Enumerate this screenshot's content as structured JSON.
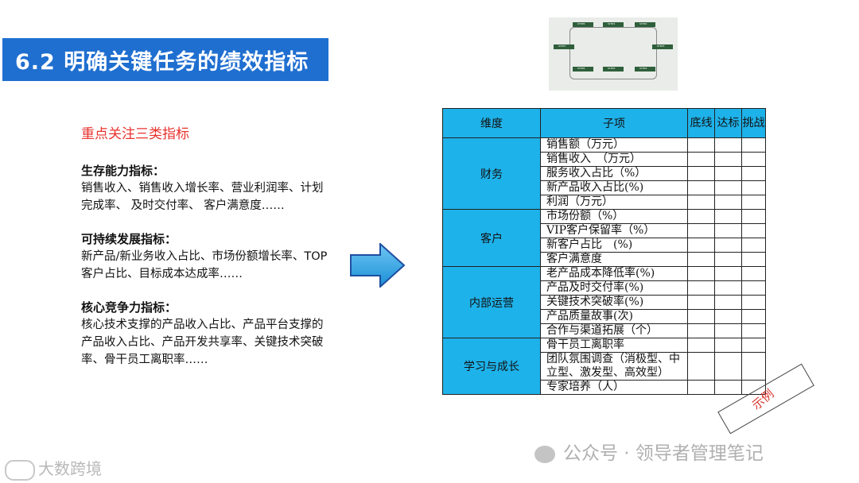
{
  "title": "6.2 明确关键任务的绩效指标",
  "focus": "重点关注三类指标",
  "blocks": [
    {
      "title": "生存能力指标：",
      "text": "销售收入、销售收入增长率、营业利润率、计划完成率、 及时交付率、 客户满意度……"
    },
    {
      "title": "可持续发展指标：",
      "text": "新产品/新业务收入占比、市场份额增长率、TOP客户占比、目标成本达成率……"
    },
    {
      "title": "核心竞争力指标：",
      "text": "核心技术支撑的产品收入占比、产品平台支撑的产品收入占比、产品开发共享率、关键技术突破率、骨干员工离职率……"
    }
  ],
  "steps": [
    "STEP1",
    "STEP2",
    "STEP3",
    "STEP4",
    "STEP5",
    "STEP6",
    "STEP7",
    "STEP8"
  ],
  "table": {
    "headers": {
      "dim": "维度",
      "sub": "子项",
      "c1": "底线",
      "c2": "达标",
      "c3": "挑战"
    },
    "groups": [
      {
        "name": "财务",
        "items": [
          "销售额（万元）",
          "销售收入　（万元）",
          "服务收入占比（%）",
          "新产品收入占比(%)",
          "利润（万元）"
        ]
      },
      {
        "name": "客户",
        "items": [
          "市场份额（%）",
          "VIP客户保留率（%）",
          "新客户占比　(%)",
          "客户满意度"
        ]
      },
      {
        "name": "内部运营",
        "items": [
          "老产品成本降低率(%)",
          "产品及时交付率(%)",
          "关键技术突破率(%)",
          "产品质量故事(次)",
          "合作与渠道拓展（个）"
        ]
      },
      {
        "name": "学习与成长",
        "items": [
          "骨干员工离职率",
          "团队氛围调查（消极型、中立型、激发型、高效型）",
          "专家培养（人）"
        ]
      }
    ]
  },
  "stamp": "示例",
  "watermark": "公众号 · 领导者管理笔记",
  "logo": "大数跨境"
}
